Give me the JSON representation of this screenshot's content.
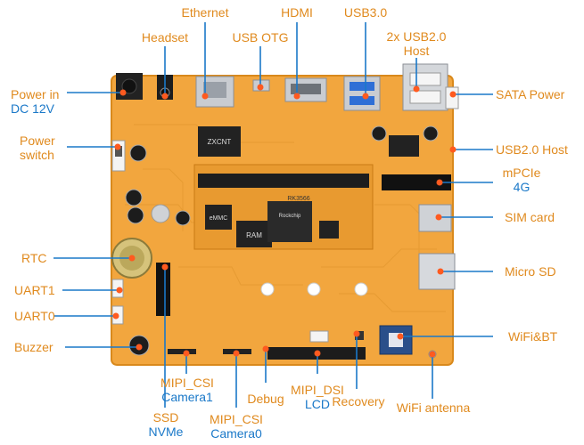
{
  "colors": {
    "label_primary": "#e08a1e",
    "label_secondary": "#1a78c8",
    "leader_line": "#1a78c8",
    "board": "#f0a23a",
    "board_edge": "#d98a20"
  },
  "labels": {
    "ethernet": "Ethernet",
    "hdmi": "HDMI",
    "usb30": "USB3.0",
    "usb20_host_2x": "2x USB2.0",
    "usb20_host_2x_sub": "Host",
    "headset": "Headset",
    "usb_otg": "USB OTG",
    "power_in": "Power in",
    "power_in_sub": "DC 12V",
    "sata_power": "SATA Power",
    "power_switch": "Power",
    "power_switch_sub": "switch",
    "usb20_host": "USB2.0 Host",
    "mpcie": "mPCIe",
    "mpcie_sub": "4G",
    "sim_card": "SIM card",
    "rtc": "RTC",
    "micro_sd": "Micro SD",
    "uart1": "UART1",
    "uart0": "UART0",
    "wifi_bt": "WiFi&BT",
    "buzzer": "Buzzer",
    "mipi_csi1": "MIPI_CSI",
    "mipi_csi1_sub": "Camera1",
    "mipi_dsi": "MIPI_DSI",
    "mipi_dsi_sub": "LCD",
    "debug": "Debug",
    "wifi_antenna": "WiFi antenna",
    "ssd": "SSD",
    "ssd_sub": "NVMe",
    "mipi_csi0": "MIPI_CSI",
    "mipi_csi0_sub": "Camera0",
    "recovery": "Recovery"
  },
  "board_text": {
    "emmc": "eMMC",
    "ram": "RAM",
    "rockchip": "Rockchip",
    "soc": "RK3566",
    "zxcnt": "ZXCNT"
  }
}
